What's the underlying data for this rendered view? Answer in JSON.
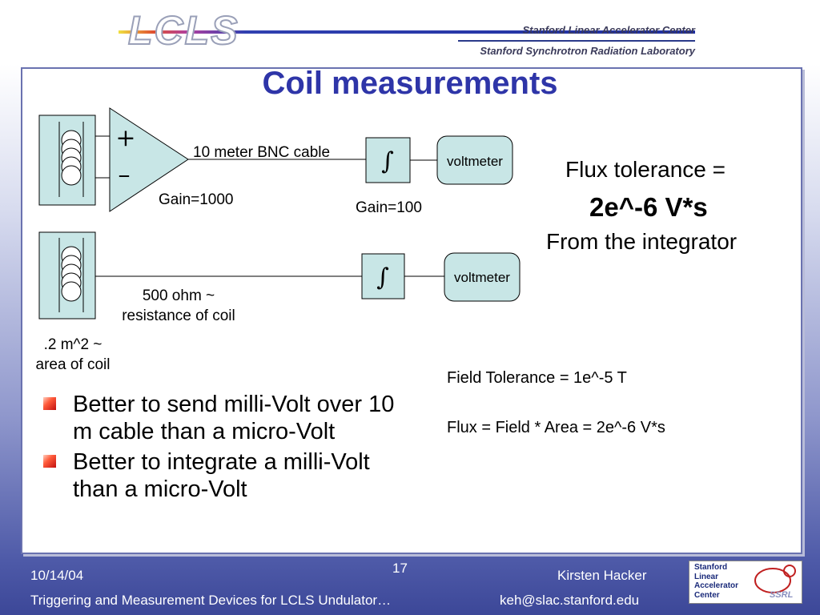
{
  "header": {
    "logo_text": "LCLS",
    "lab_line1": "Stanford Linear Accelerator Center",
    "lab_line2": "Stanford Synchrotron Radiation Laboratory"
  },
  "slide": {
    "title": "Coil measurements",
    "diagram": {
      "amp_plus": "+",
      "amp_minus": "–",
      "integrator_symbol": "∫",
      "cable_label": "10 meter BNC cable",
      "gain_amp": "Gain=1000",
      "gain_integrator": "Gain=100",
      "voltmeter_top": "voltmeter",
      "voltmeter_bottom": "voltmeter",
      "resistance_line1": "500 ohm ~",
      "resistance_line2": "resistance of coil",
      "area_line1": ".2 m^2 ~",
      "area_line2": "area of coil"
    },
    "flux": {
      "line1": "Flux tolerance =",
      "line2": "2e^-6 V*s",
      "line3": "From the integrator"
    },
    "field": {
      "tolerance": "Field Tolerance = 1e^-5 T",
      "formula": "Flux = Field * Area = 2e^-6 V*s"
    },
    "bullets": [
      "Better to send milli-Volt over 10 m cable than a micro-Volt",
      "Better to integrate a milli-Volt than a micro-Volt"
    ]
  },
  "footer": {
    "date": "10/14/04",
    "page_number": "17",
    "author": "Kirsten Hacker",
    "talk_title": "Triggering and Measurement Devices for LCLS Undulator…",
    "email": "keh@slac.stanford.edu",
    "slac_logo_lines": [
      "Stanford",
      "Linear",
      "Accelerator",
      "Center"
    ],
    "ssrl_text": "SSRL"
  },
  "colors": {
    "title": "#2e35a8",
    "box_fill": "#c8e6e6",
    "footer_text": "#ffffff"
  }
}
